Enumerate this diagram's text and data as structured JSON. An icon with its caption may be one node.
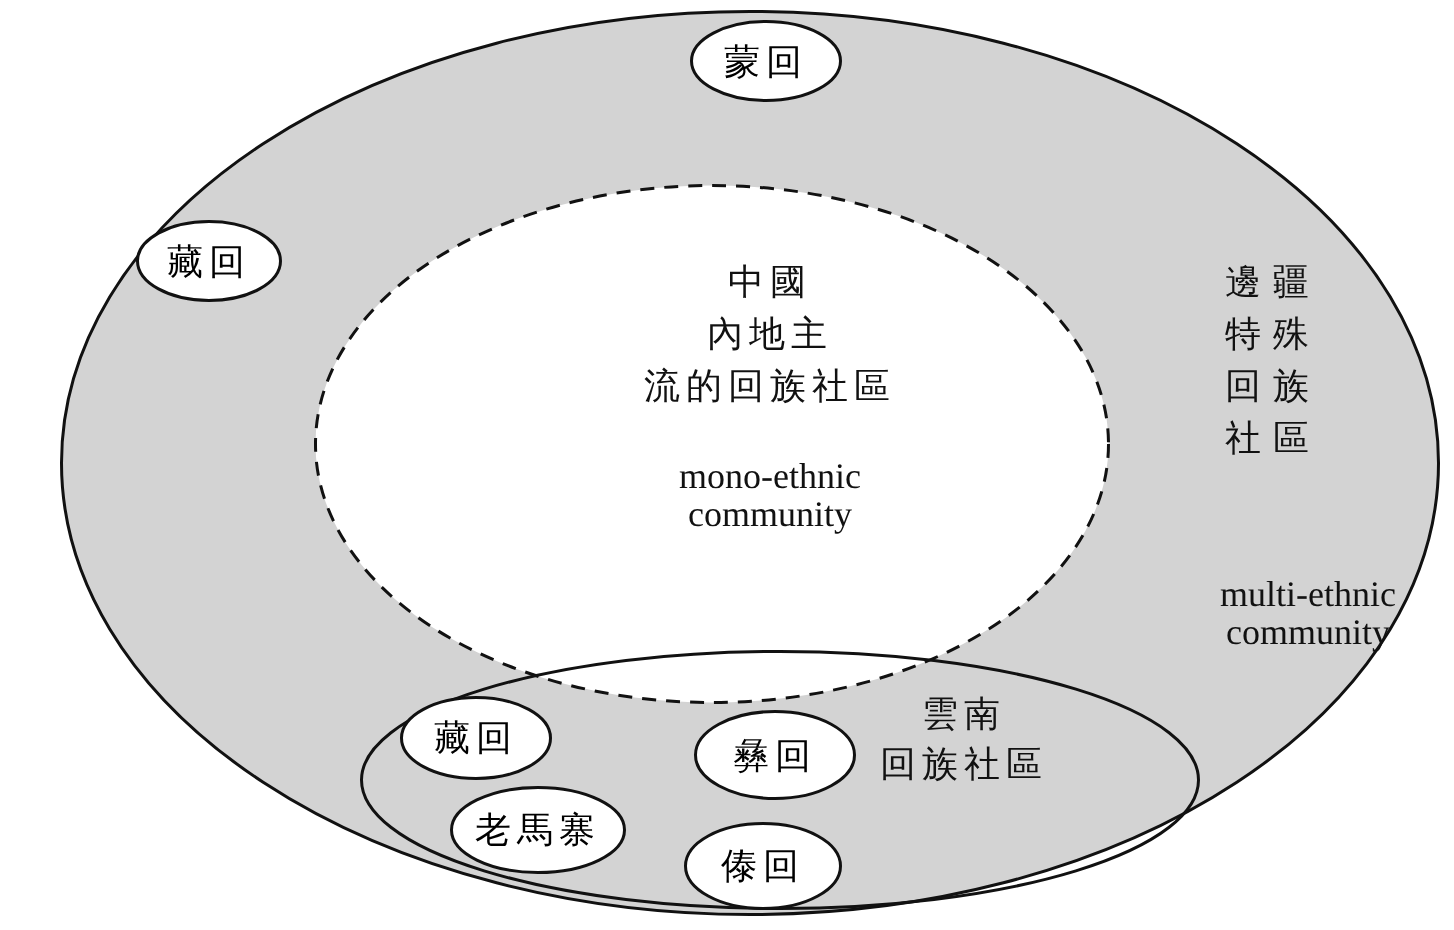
{
  "diagram": {
    "nodes": [
      {
        "text": [
          "邊疆特殊回族社區",
          "multi-ethnic community"
        ]
      },
      {
        "text": [
          "蒙回"
        ],
        "in": 0
      },
      {
        "text": [
          "藏回"
        ],
        "in": 0
      },
      {
        "text": [
          "中國內地主流的回族社區",
          "mono-ethnic community"
        ],
        "in": 0
      },
      {
        "text": [
          "雲南回族社區"
        ],
        "in": 0
      },
      {
        "text": [
          "藏回"
        ],
        "in": 4
      },
      {
        "text": [
          "彝回"
        ],
        "in": 4
      },
      {
        "text": [
          "老馬寨"
        ],
        "in": 4
      },
      {
        "text": [
          "傣回"
        ],
        "in": 4
      }
    ]
  }
}
